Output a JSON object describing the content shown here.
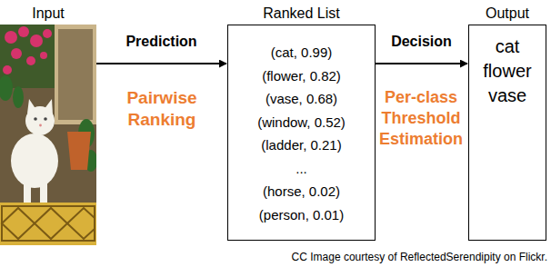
{
  "diagram": {
    "nodes": [
      {
        "text": [
          "Input"
        ]
      },
      {
        "text": [
          "Ranked List",
          "(cat, 0.99)",
          "(flower, 0.82)",
          "(vase, 0.68)",
          "(window, 0.52)",
          "(ladder, 0.21)",
          "...",
          "(horse, 0.02)",
          "(person, 0.01)"
        ]
      },
      {
        "text": [
          "Output",
          "cat",
          "flower",
          "vase"
        ]
      }
    ],
    "edges": [
      {
        "from": 0,
        "to": 1,
        "arrow": "to",
        "label": "Prediction"
      },
      {
        "from": 1,
        "to": 2,
        "arrow": "to",
        "label": "Decision"
      }
    ],
    "labels": [
      "Pairwise Ranking",
      "Per-class Threshold Estimation",
      "CC Image courtesy of ReflectedSerendipity on Flickr."
    ]
  }
}
